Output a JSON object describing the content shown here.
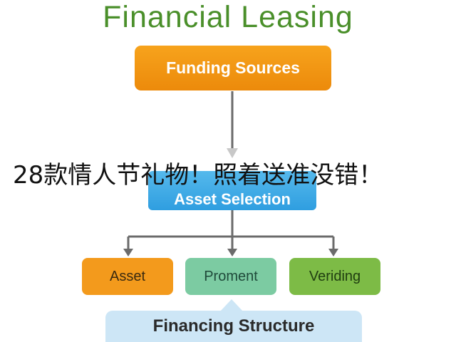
{
  "diagram": {
    "title": "Financial Leasing",
    "nodes": {
      "funding_sources": "Funding Sources",
      "asset_selection": "Asset Selection",
      "asset": "Asset",
      "proment": "Proment",
      "veriding": "Veriding",
      "financing_structure": "Financing Structure"
    },
    "edges": [
      {
        "from": "funding_sources",
        "to": "asset_selection"
      },
      {
        "from": "asset_selection",
        "to": "asset"
      },
      {
        "from": "asset_selection",
        "to": "proment"
      },
      {
        "from": "asset_selection",
        "to": "veriding"
      }
    ],
    "colors": {
      "title": "#4a8f2a",
      "funding": "#f39a1c",
      "selection": "#3aa7e6",
      "asset": "#f39a1c",
      "proment": "#7ccba2",
      "veriding": "#7dbb46",
      "financing": "#cde6f6",
      "connector": "#6b6b6b"
    }
  },
  "overlay_caption": "28款情人节礼物！照着送准没错！"
}
